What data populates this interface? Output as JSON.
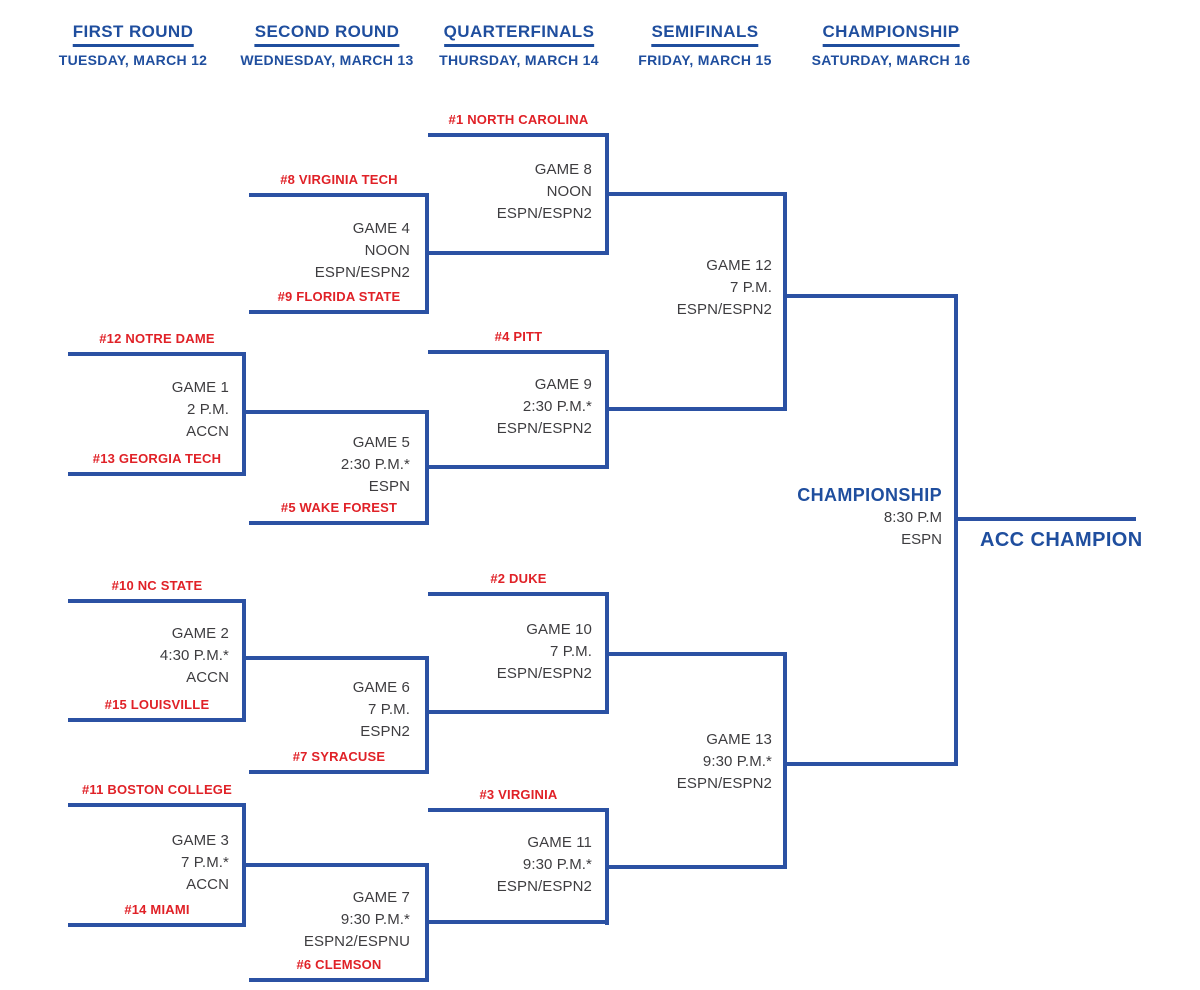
{
  "colors": {
    "line_blue": "#2b51a3",
    "header_blue": "#1f4e9e",
    "team_red": "#e02127",
    "game_text": "#3e3d40",
    "background": "#ffffff"
  },
  "rounds": [
    {
      "title": "FIRST ROUND",
      "date": "TUESDAY, MARCH 12"
    },
    {
      "title": "SECOND ROUND",
      "date": "WEDNESDAY, MARCH 13"
    },
    {
      "title": "QUARTERFINALS",
      "date": "THURSDAY, MARCH 14"
    },
    {
      "title": "SEMIFINALS",
      "date": "FRIDAY, MARCH 15"
    },
    {
      "title": "CHAMPIONSHIP",
      "date": "SATURDAY, MARCH 16"
    }
  ],
  "teams": {
    "north_carolina": "#1 NORTH CAROLINA",
    "virginia_tech": "#8 VIRGINIA TECH",
    "florida_state": "#9 FLORIDA STATE",
    "notre_dame": "#12 NOTRE DAME",
    "georgia_tech": "#13 GEORGIA TECH",
    "pitt": "#4 PITT",
    "wake_forest": "#5 WAKE FOREST",
    "nc_state": "#10 NC STATE",
    "louisville": "#15 LOUISVILLE",
    "duke": "#2 DUKE",
    "syracuse": "#7 SYRACUSE",
    "boston_college": "#11 BOSTON COLLEGE",
    "miami": "#14 MIAMI",
    "virginia": "#3 VIRGINIA",
    "clemson": "#6 CLEMSON"
  },
  "games": {
    "g1": {
      "name": "GAME 1",
      "time": "2 P.M.",
      "network": "ACCN"
    },
    "g2": {
      "name": "GAME 2",
      "time": "4:30 P.M.*",
      "network": "ACCN"
    },
    "g3": {
      "name": "GAME 3",
      "time": "7 P.M.*",
      "network": "ACCN"
    },
    "g4": {
      "name": "GAME 4",
      "time": "NOON",
      "network": "ESPN/ESPN2"
    },
    "g5": {
      "name": "GAME 5",
      "time": "2:30 P.M.*",
      "network": "ESPN"
    },
    "g6": {
      "name": "GAME 6",
      "time": "7 P.M.",
      "network": "ESPN2"
    },
    "g7": {
      "name": "GAME 7",
      "time": "9:30 P.M.*",
      "network": "ESPN2/ESPNU"
    },
    "g8": {
      "name": "GAME 8",
      "time": "NOON",
      "network": "ESPN/ESPN2"
    },
    "g9": {
      "name": "GAME 9",
      "time": "2:30 P.M.*",
      "network": "ESPN/ESPN2"
    },
    "g10": {
      "name": "GAME 10",
      "time": "7 P.M.",
      "network": "ESPN/ESPN2"
    },
    "g11": {
      "name": "GAME 11",
      "time": "9:30 P.M.*",
      "network": "ESPN/ESPN2"
    },
    "g12": {
      "name": "GAME 12",
      "time": "7 P.M.",
      "network": "ESPN/ESPN2"
    },
    "g13": {
      "name": "GAME 13",
      "time": "9:30 P.M.*",
      "network": "ESPN/ESPN2"
    }
  },
  "championship": {
    "label": "CHAMPIONSHIP",
    "time": "8:30 P.M",
    "network": "ESPN"
  },
  "champion": "ACC CHAMPION"
}
